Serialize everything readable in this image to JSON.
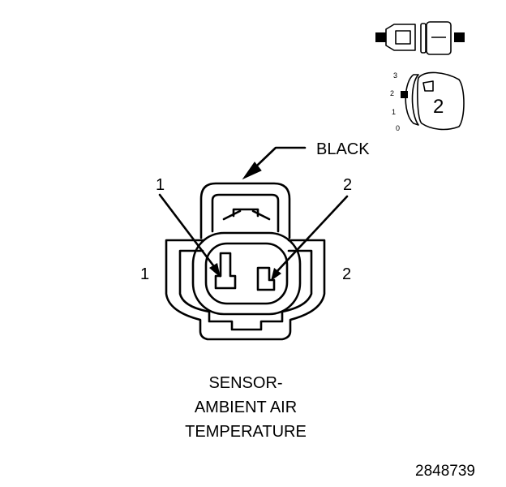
{
  "wire_color": "BLACK",
  "pin_callouts": [
    "1",
    "2"
  ],
  "cavity_labels": [
    "1",
    "2"
  ],
  "caption": [
    "SENSOR-",
    "AMBIENT AIR",
    "TEMPERATURE"
  ],
  "figure_number": "2848739",
  "view_icon": {
    "scale": [
      "3",
      "2",
      "1",
      "0"
    ],
    "view_number": "2"
  }
}
